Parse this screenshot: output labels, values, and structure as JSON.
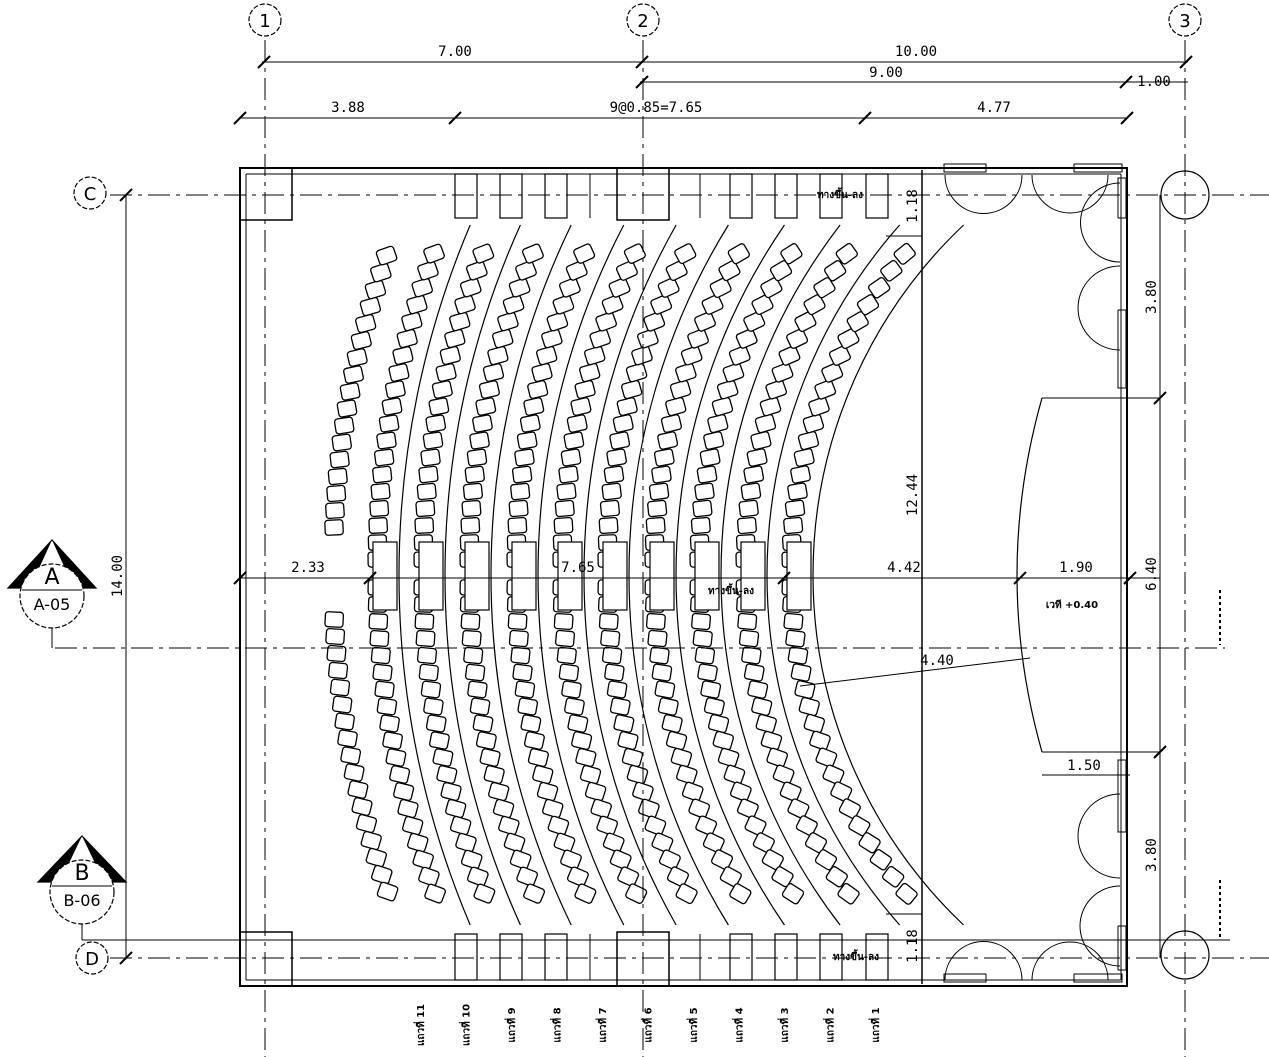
{
  "grid": {
    "col1": "1",
    "col2": "2",
    "col3": "3",
    "rowC": "C",
    "rowD": "D"
  },
  "dims_top": {
    "d700": "7.00",
    "d1000": "10.00",
    "d900": "9.00",
    "d100": "1.00",
    "d388": "3.88",
    "d765a": "9@0.85=7.65",
    "d477": "4.77"
  },
  "dims_mid": {
    "d233": "2.33",
    "d765": "7.65",
    "d442": "4.42",
    "d190": "1.90",
    "d440": "4.40",
    "d150": "1.50"
  },
  "dims_vert": {
    "d1400": "14.00",
    "d1244": "12.44",
    "d118a": "1.18",
    "d118b": "1.18",
    "d380a": "3.80",
    "d640": "6.40",
    "d380b": "3.80"
  },
  "sections": {
    "a": {
      "letter": "A",
      "ref": "A-05"
    },
    "b": {
      "letter": "B",
      "ref": "B-06"
    }
  },
  "text": {
    "stair_top": "ทางขึ้น-ลง",
    "stair_mid": "ทางขึ้น-ลง",
    "stair_bot": "ทางขึ้น-ลง",
    "stage": "เวที +0.40"
  },
  "rows": [
    "แถวที่ 11",
    "แถวที่ 10",
    "แถวที่ 9",
    "แถวที่ 8",
    "แถวที่ 7",
    "แถวที่ 6",
    "แถวที่ 5",
    "แถวที่ 4",
    "แถวที่ 3",
    "แถวที่ 2",
    "แถวที่ 1"
  ]
}
